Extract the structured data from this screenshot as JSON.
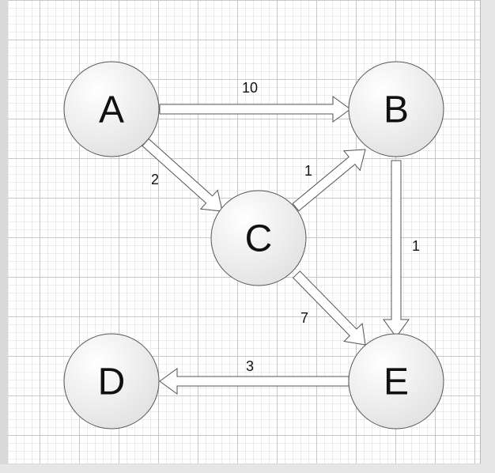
{
  "nodes": [
    {
      "id": "A",
      "label": "A"
    },
    {
      "id": "B",
      "label": "B"
    },
    {
      "id": "C",
      "label": "C"
    },
    {
      "id": "D",
      "label": "D"
    },
    {
      "id": "E",
      "label": "E"
    }
  ],
  "edges": [
    {
      "from": "A",
      "to": "B",
      "weight": "10"
    },
    {
      "from": "A",
      "to": "C",
      "weight": "2"
    },
    {
      "from": "C",
      "to": "B",
      "weight": "1"
    },
    {
      "from": "B",
      "to": "E",
      "weight": "1"
    },
    {
      "from": "C",
      "to": "E",
      "weight": "7"
    },
    {
      "from": "E",
      "to": "D",
      "weight": "3"
    }
  ],
  "colors": {
    "node_fill_light": "#ffffff",
    "node_fill_dark": "#e2e2e2",
    "stroke": "#555555",
    "arrow_fill": "#ffffff",
    "grid_major": "#c8c8c8",
    "grid_minor": "#ececec"
  }
}
